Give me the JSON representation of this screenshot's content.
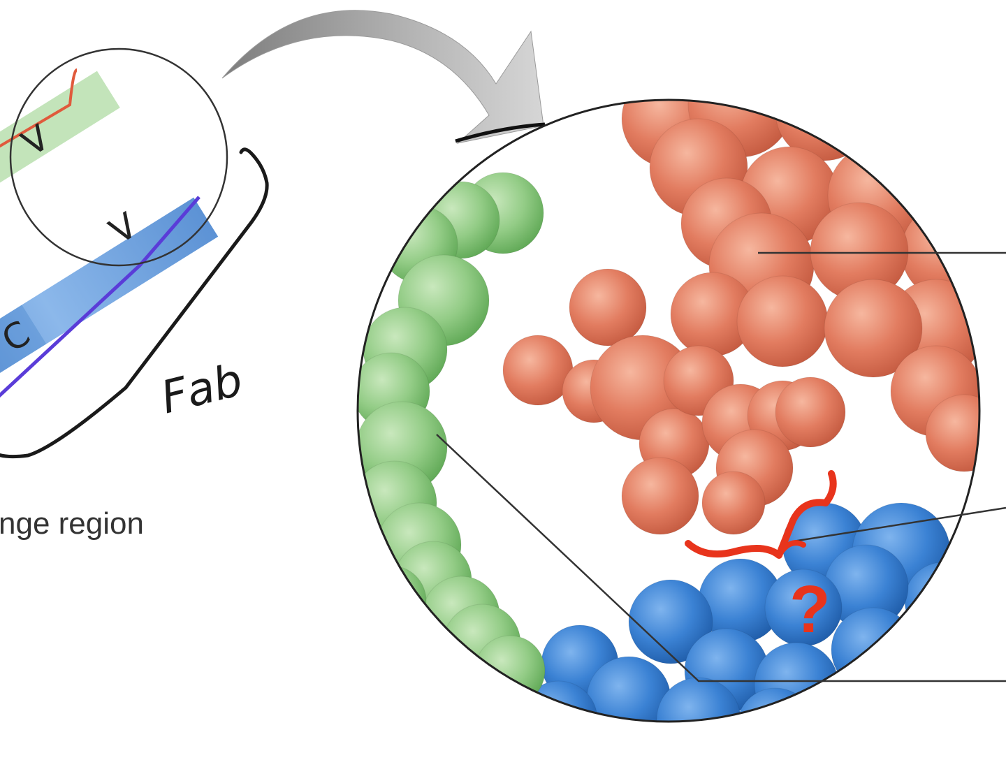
{
  "left_panel": {
    "light_chain_v_label": "V",
    "heavy_chain_v_label": "V",
    "heavy_chain_c_label": "C",
    "fab_label": "Fab",
    "hinge_label": "nge region"
  },
  "zoom_panel": {
    "question_mark": "?"
  },
  "colors": {
    "green_chain": "#86c57c",
    "orange_antigen": "#e0735a",
    "blue_chain": "#2f74c4",
    "annotation_red": "#e8341c",
    "line_red": "#e05a3c",
    "line_purple": "#5a3cd8",
    "arrow_gray": "#9a9a9a"
  }
}
